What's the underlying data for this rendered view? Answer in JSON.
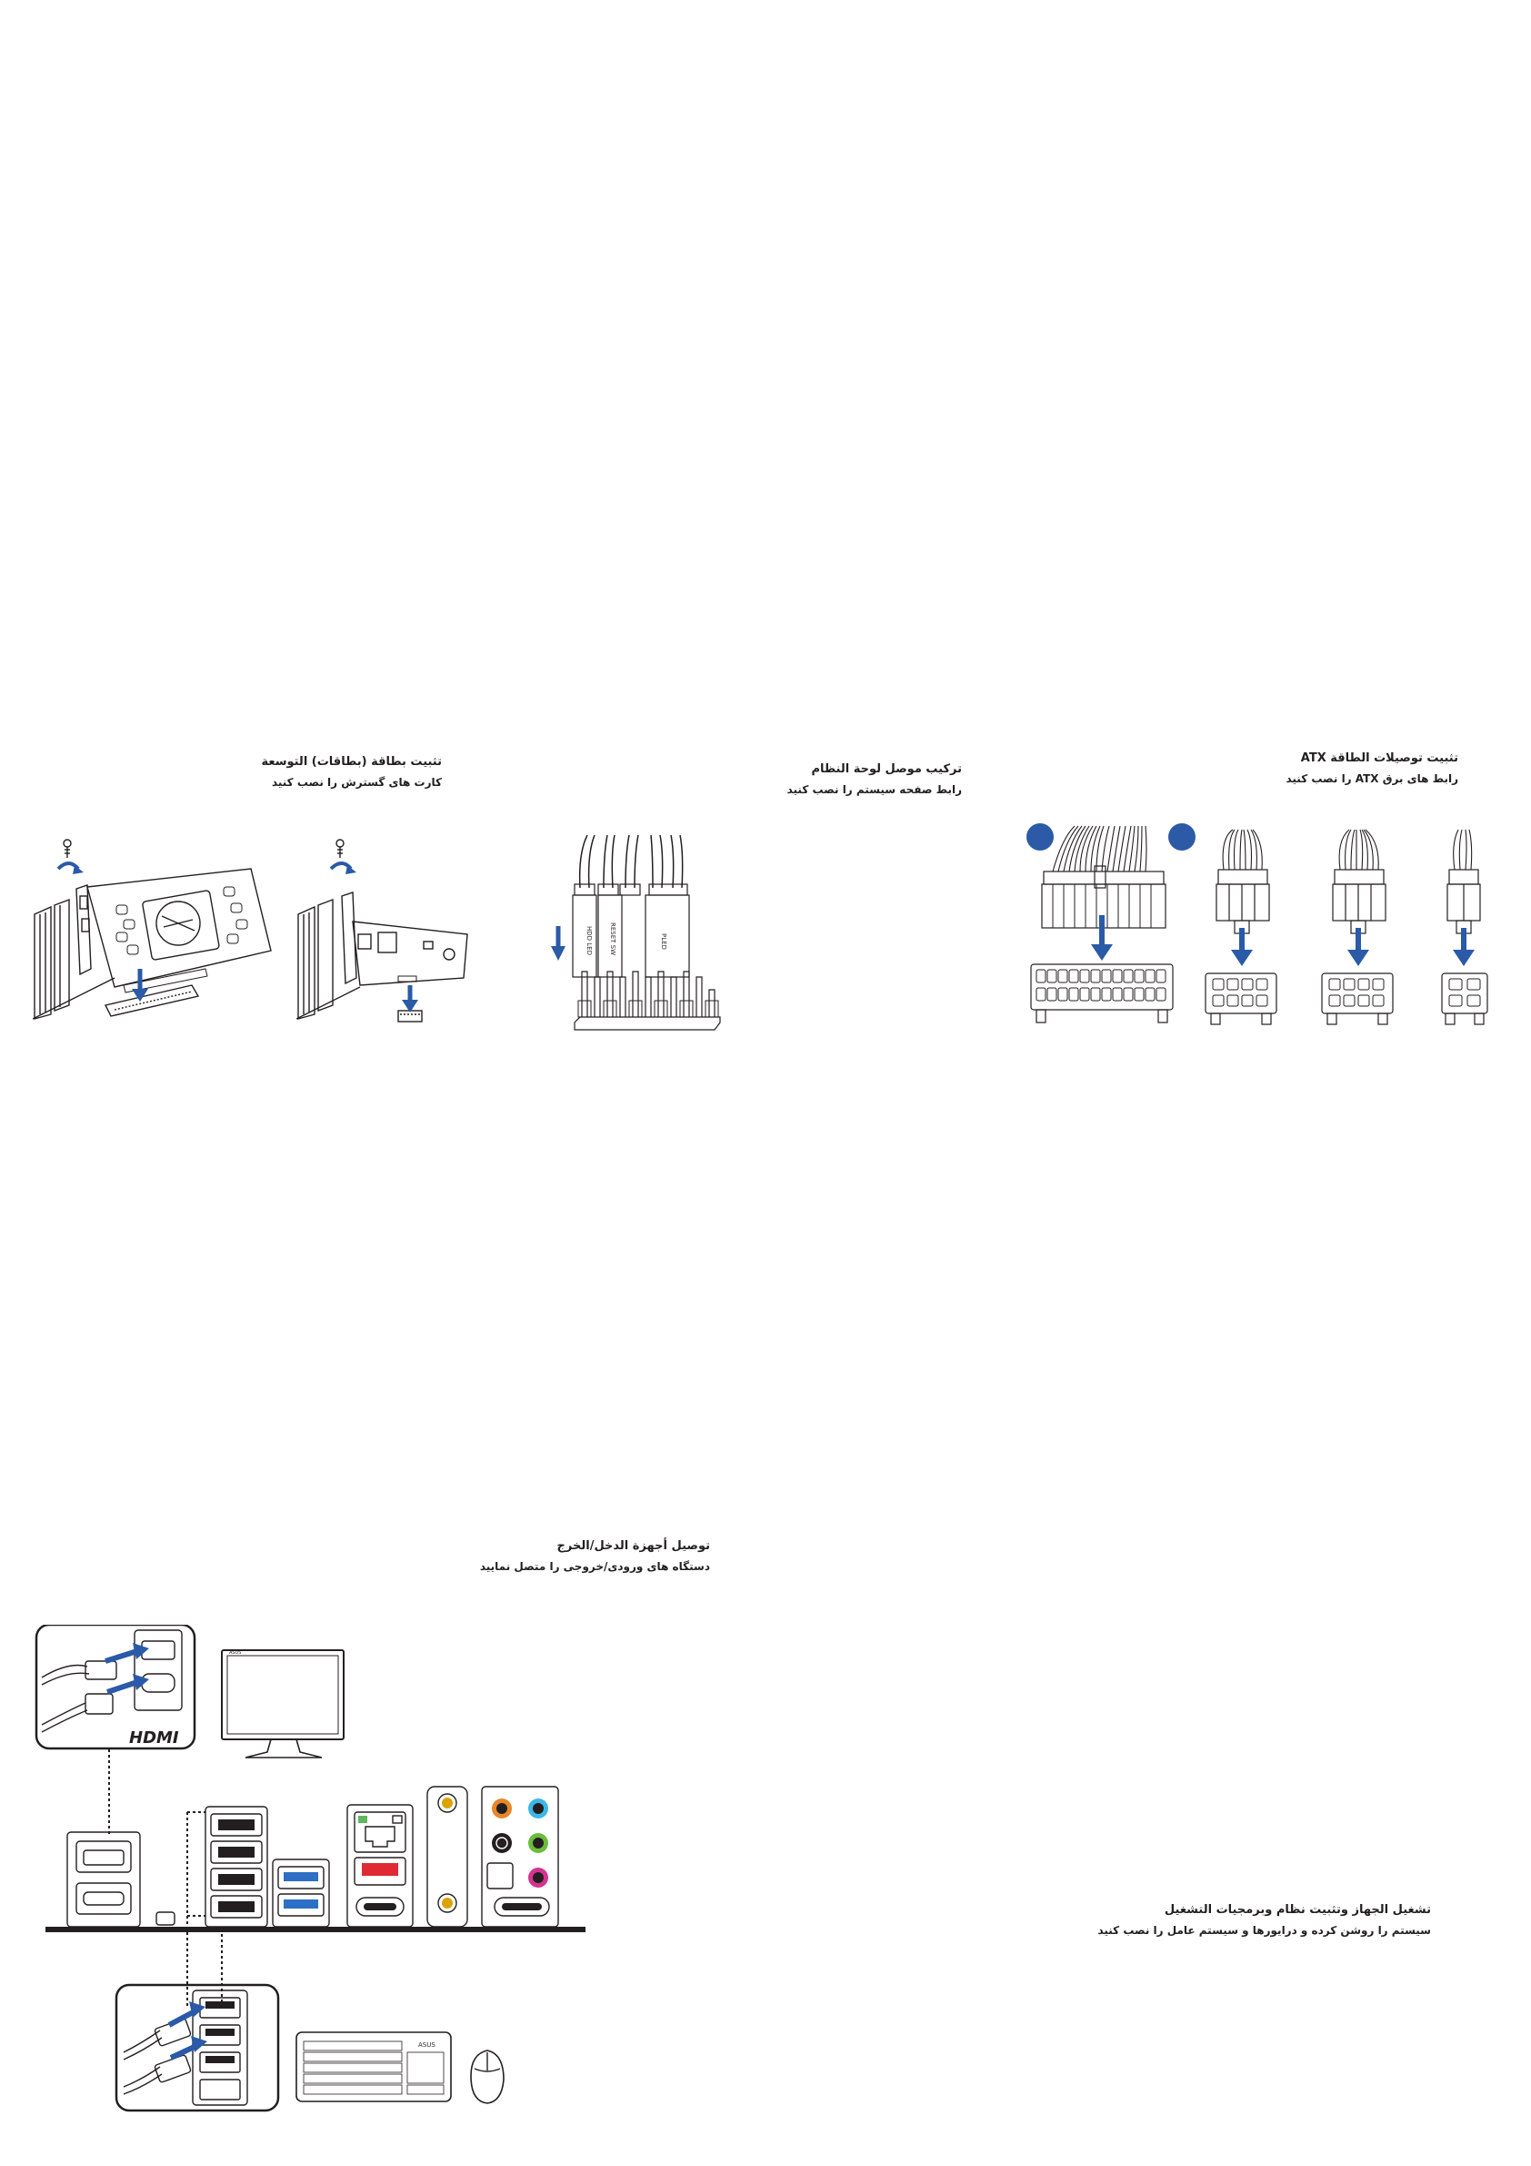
{
  "sections": {
    "expansion": {
      "title": "تثبيت بطاقة (بطاقات) التوسعة",
      "subtitle": "کارت های گسترش را نصب کنید"
    },
    "panel": {
      "title": "تركيب موصل لوحة النظام",
      "subtitle": "رابط صفحه سیستم را نصب کنید",
      "pin_labels": [
        "HDD LED",
        "RESET SW",
        "PLED"
      ]
    },
    "atx": {
      "title": "تثبيت توصيلات الطاقة ATX",
      "subtitle": "رابط های برق ATX را نصب کنید"
    },
    "io": {
      "title": "توصيل أجهزة الدخل/الخرج",
      "subtitle": "دستگاه های ورودی/خروجی را متصل نمایید",
      "hdmi_logo": "HDMI",
      "monitor_brand": "ASUS",
      "keyboard_brand": "ASUS"
    },
    "poweron": {
      "title": "تشغيل الجهاز وتثبيت نظام وبرمجيات التشغيل",
      "subtitle": "سیستم را روشن کرده و درایورها و سیستم عامل را نصب کنید"
    }
  },
  "colors": {
    "arrow_blue": "#2a5aa8",
    "badge_blue": "#2c5aa6",
    "line_art": "#231f20",
    "audio_orange": "#e8862a",
    "audio_lightblue": "#3db7e6",
    "audio_black": "#231f20",
    "audio_green": "#6cbb3c",
    "audio_pink": "#d6338f",
    "optical_gold": "#d9a400",
    "usb3_blue": "#2c6fc4",
    "lan_red": "#e02a33",
    "lan_led_green": "#5cb85c"
  }
}
